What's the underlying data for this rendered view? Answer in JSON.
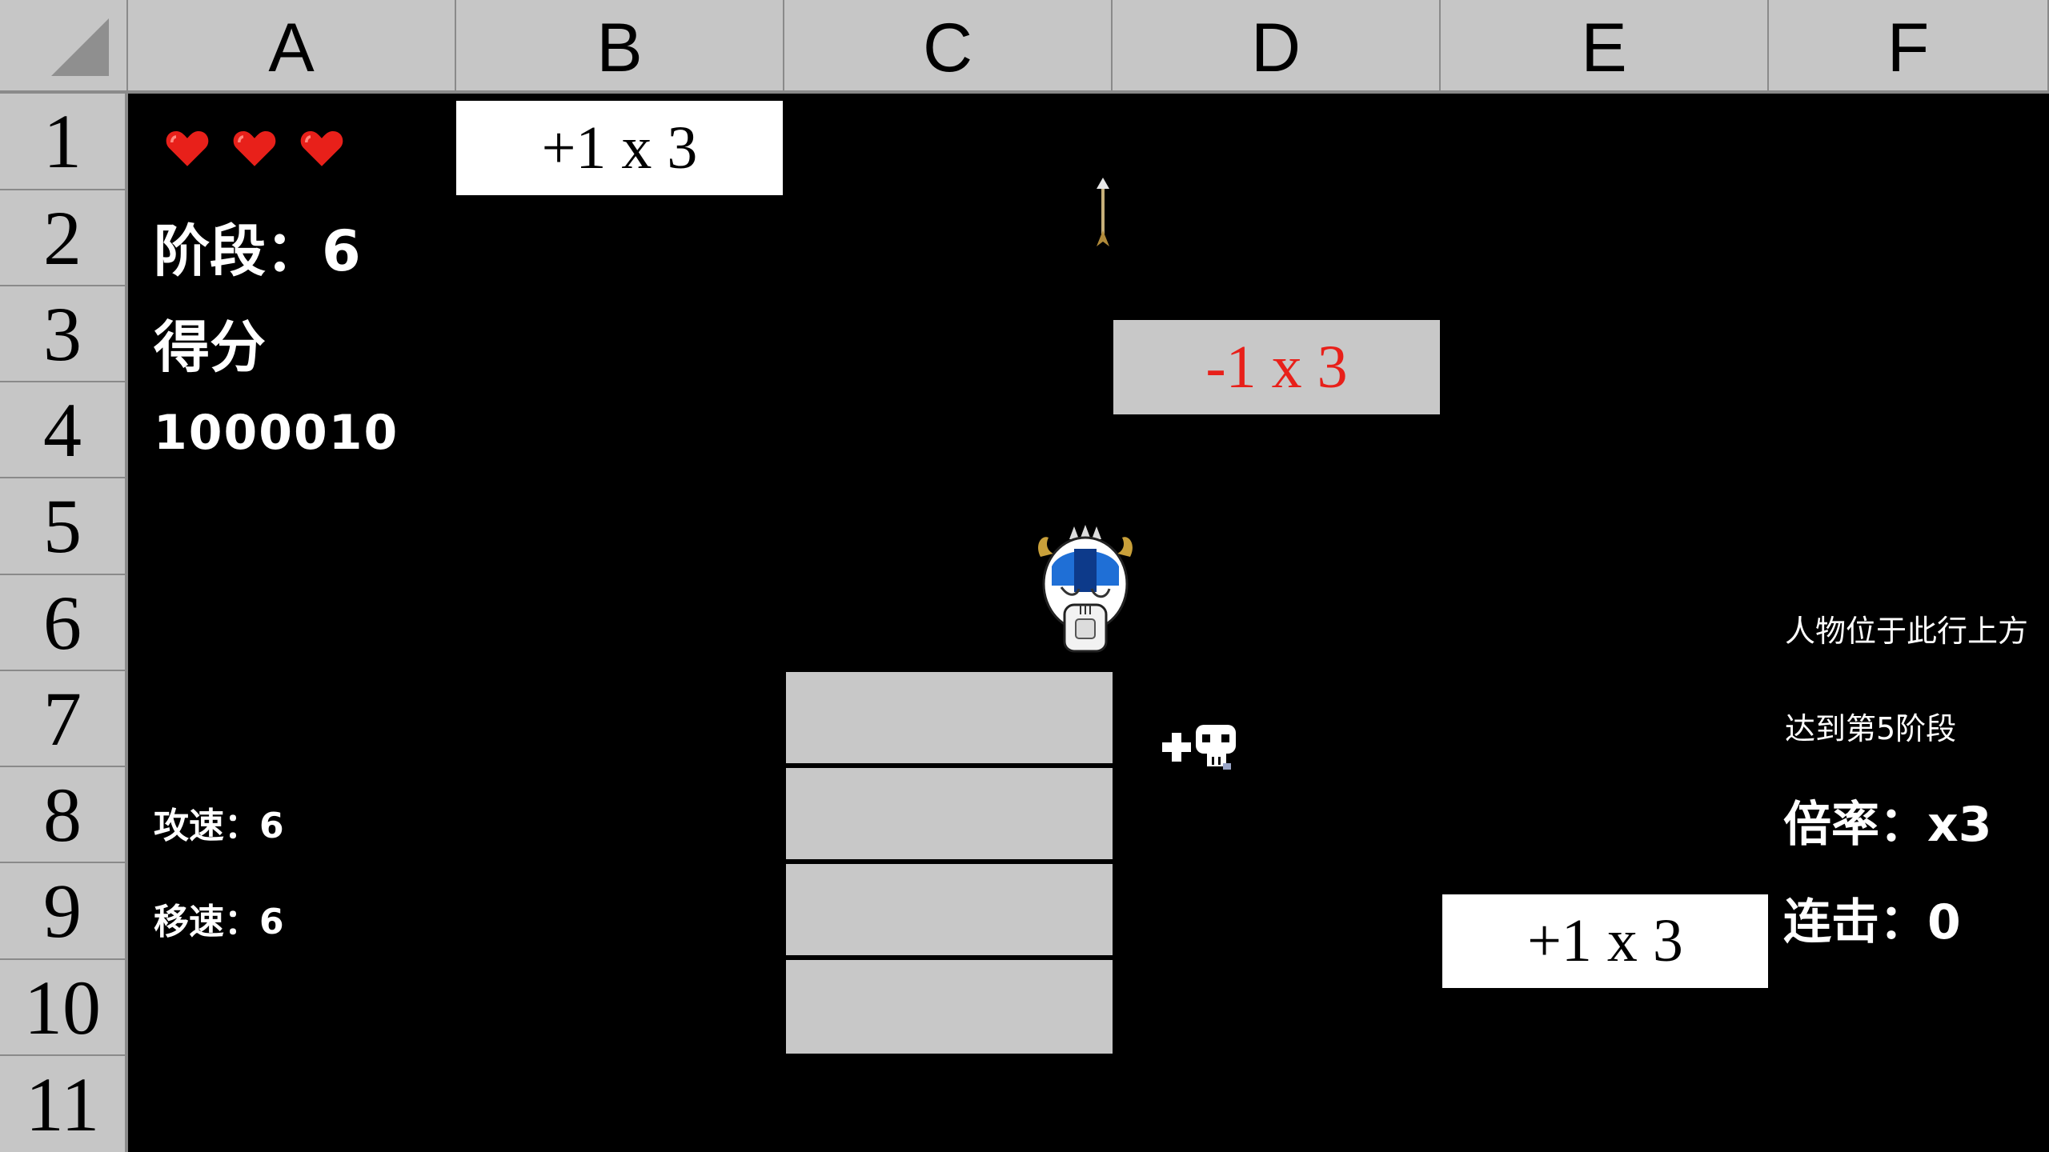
{
  "grid": {
    "columns": [
      "A",
      "B",
      "C",
      "D",
      "E",
      "F"
    ],
    "rows": [
      "1",
      "2",
      "3",
      "4",
      "5",
      "6",
      "7",
      "8",
      "9",
      "10",
      "11"
    ]
  },
  "player_stats": {
    "lives": 3,
    "stage_label": "阶段：6",
    "score_label": "得分",
    "score_value": "1000010",
    "attack_speed": "攻速：6",
    "move_speed": "移速：6"
  },
  "right_panel": {
    "note_row": "人物位于此行上方",
    "note_stage": "达到第5阶段",
    "multiplier": "倍率：x3",
    "combo": "连击：0"
  },
  "blocks": {
    "top_bonus": "+1 x 3",
    "penalty": "-1 x 3",
    "bottom_bonus": "+1 x 3"
  },
  "colors": {
    "header_bg": "#c6c6c6",
    "board_bg": "#000000",
    "penalty_text": "#e8201a",
    "heart": "#e8201a",
    "wall": "#c8c8c8"
  },
  "icons": {
    "heart": "heart-icon",
    "player": "astronaut-player-sprite",
    "arrow": "arrow-projectile-icon",
    "pickup": "skull-plus-pickup-icon"
  }
}
